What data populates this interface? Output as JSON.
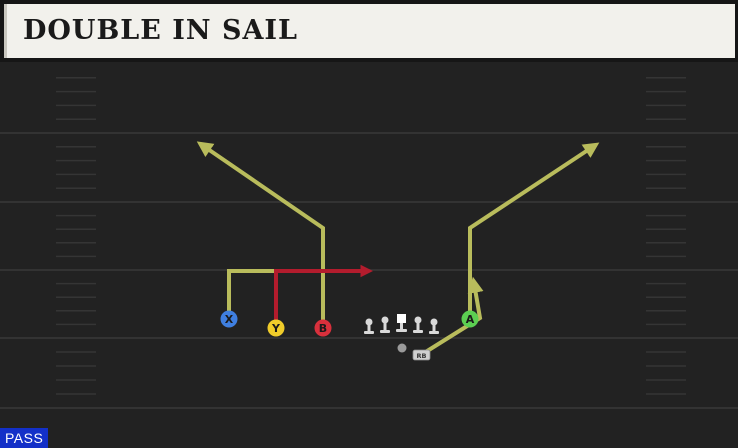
{
  "play": {
    "title": "DOUBLE IN SAIL",
    "mode": "PASS"
  },
  "receivers": [
    {
      "label": "X",
      "color": "#3f7fe0"
    },
    {
      "label": "Y",
      "color": "#f0cc2a"
    },
    {
      "label": "B",
      "color": "#d8303c"
    },
    {
      "label": "A",
      "color": "#5ccf52"
    }
  ],
  "running_back": {
    "label": "RB"
  },
  "colors": {
    "route_primary": "#b9bc5c",
    "route_highlight": "#b31c2d",
    "field": "#222222",
    "header_card": "#f2f1ec",
    "mode_badge": "#1330c8"
  }
}
